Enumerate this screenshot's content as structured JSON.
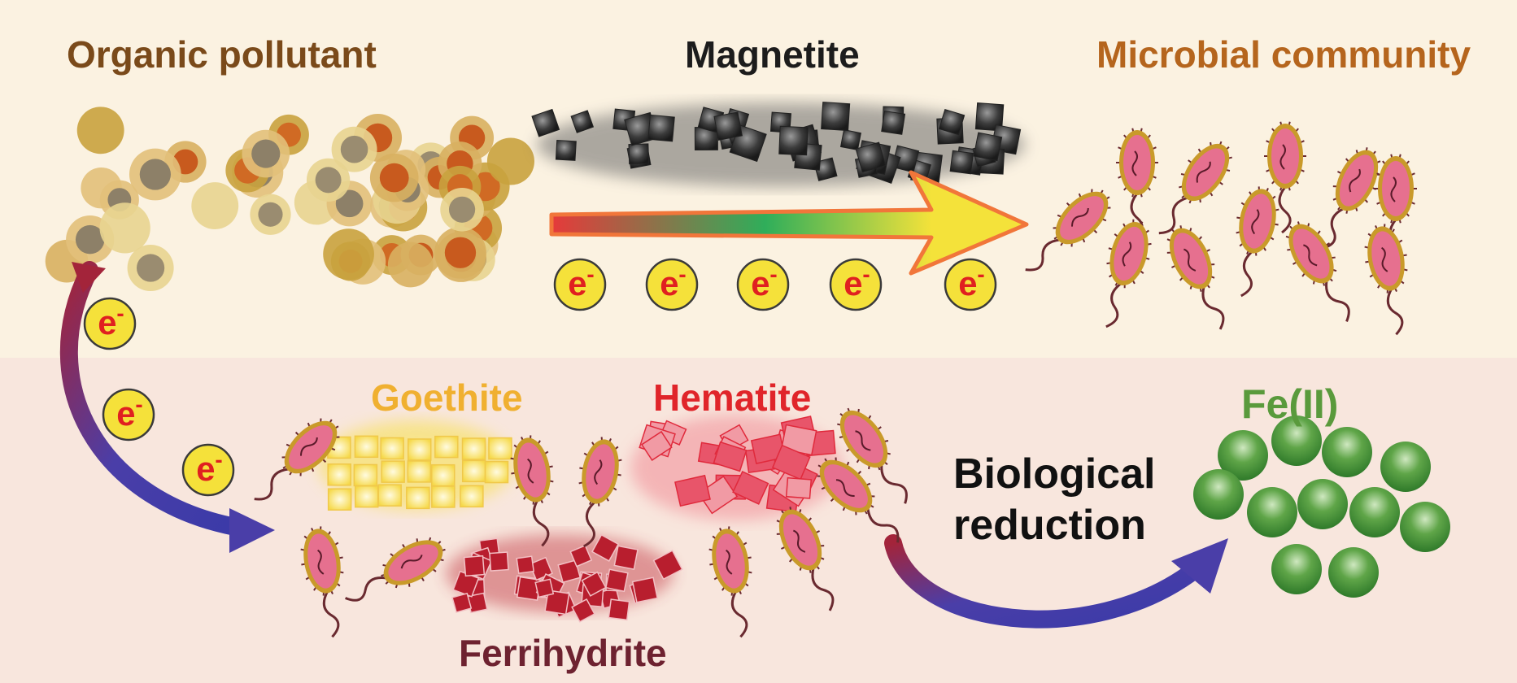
{
  "labels": {
    "organic_pollutant": "Organic pollutant",
    "magnetite": "Magnetite",
    "microbial_community": "Microbial community",
    "goethite": "Goethite",
    "hematite": "Hematite",
    "fe_ii": "Fe(II)",
    "biological_reduction_line1": "Biological",
    "biological_reduction_line2": "reduction",
    "ferrihydrite": "Ferrihydrite"
  },
  "electron": {
    "symbol": "e",
    "charge": "-"
  },
  "colors": {
    "top_band": "#fbf2e1",
    "bottom_band": "#f8e6dd",
    "organic_label": "#7a4a1a",
    "microbial_label": "#b5651d",
    "goethite_label": "#f0b030",
    "hematite_label": "#e0252a",
    "fe_label": "#5a9a3c",
    "ferrihydrite_label": "#6e2230",
    "electron_fill": "#f5e13a",
    "electron_text": "#e02020",
    "bacteria_fill": "#e6708f",
    "bacteria_outline": "#c99a2a",
    "arrow_blue": "#4a3ea8",
    "arrow_red": "#a3243a"
  }
}
